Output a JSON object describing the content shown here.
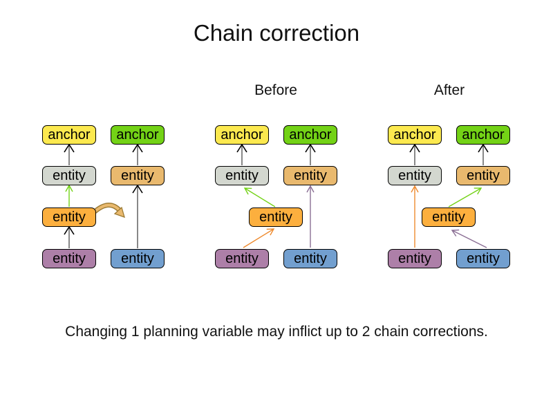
{
  "title": "Chain correction",
  "caption": "Changing 1 planning variable may inflict up to 2 chain corrections.",
  "groups": [
    {
      "label": "",
      "nodes": [
        {
          "label": "anchor"
        },
        {
          "label": "anchor"
        },
        {
          "label": "entity"
        },
        {
          "label": "entity"
        },
        {
          "label": "entity"
        },
        {
          "label": "entity"
        },
        {
          "label": "entity"
        }
      ]
    },
    {
      "label": "Before",
      "nodes": [
        {
          "label": "anchor"
        },
        {
          "label": "anchor"
        },
        {
          "label": "entity"
        },
        {
          "label": "entity"
        },
        {
          "label": "entity"
        },
        {
          "label": "entity"
        },
        {
          "label": "entity"
        }
      ]
    },
    {
      "label": "After",
      "nodes": [
        {
          "label": "anchor"
        },
        {
          "label": "anchor"
        },
        {
          "label": "entity"
        },
        {
          "label": "entity"
        },
        {
          "label": "entity"
        },
        {
          "label": "entity"
        },
        {
          "label": "entity"
        }
      ]
    }
  ],
  "colors": {
    "node_yellow": "#FCE94F",
    "node_green": "#73D216",
    "node_gray": "#D3D7CF",
    "node_tan": "#E9B96E",
    "node_orange": "#FCAF3E",
    "node_purple": "#AD7FA8",
    "node_blue": "#729FCF",
    "line_gray": "#555555",
    "chevron_black": "#000000",
    "arrow_green": "#73D216",
    "arrow_orange": "#EE8A2E",
    "arrow_purple": "#8A6E94",
    "move_fill": "#E9B96E",
    "move_outline": "#9C7A33"
  }
}
